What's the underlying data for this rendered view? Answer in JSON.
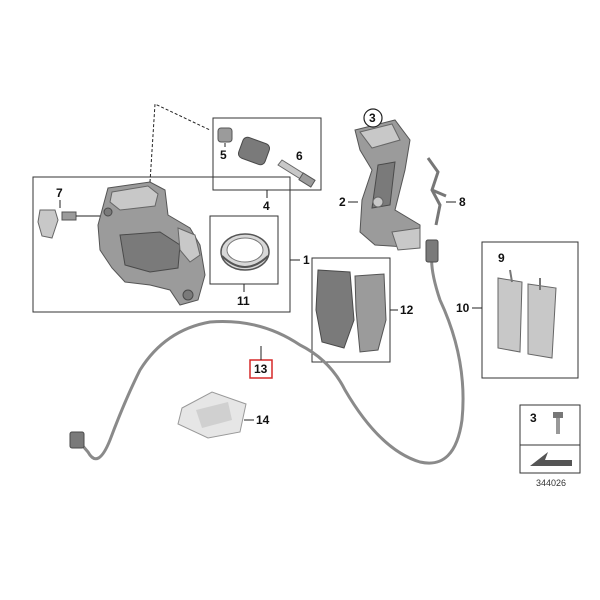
{
  "callouts": {
    "c1": "1",
    "c2": "2",
    "c3": "3",
    "c4": "4",
    "c5": "5",
    "c6": "6",
    "c7": "7",
    "c8": "8",
    "c9": "9",
    "c10": "10",
    "c11": "11",
    "c12": "12",
    "c13": "13",
    "c14": "14"
  },
  "legend": {
    "qty": "3"
  },
  "figure_number": "344026",
  "colors": {
    "highlight": "#d62828",
    "part": "#8c8c8c"
  }
}
